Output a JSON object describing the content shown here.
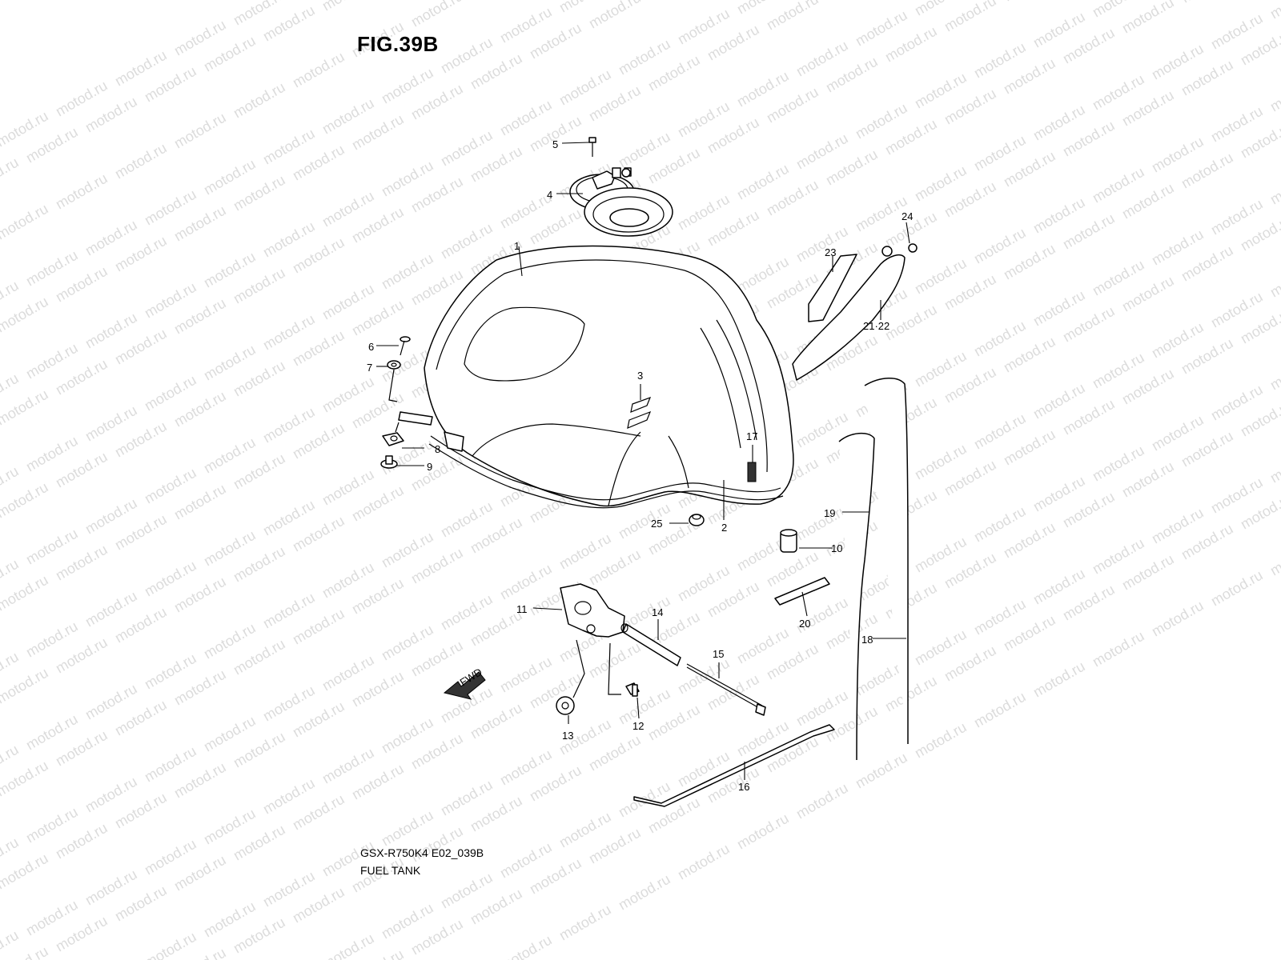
{
  "figure": {
    "title": "FIG.39B",
    "model_code": "GSX-R750K4 E02_039B",
    "caption": "FUEL TANK",
    "watermark": "motod.ru",
    "fwd_arrow": "FWD"
  },
  "callouts": {
    "c1": "1",
    "c2": "2",
    "c3": "3",
    "c4": "4",
    "c5": "5",
    "c6": "6",
    "c7": "7",
    "c8": "8",
    "c9": "9",
    "c10": "10",
    "c11": "11",
    "c12": "12",
    "c13": "13",
    "c14": "14",
    "c15": "15",
    "c16": "16",
    "c17": "17",
    "c18": "18",
    "c19": "19",
    "c20": "20",
    "c21_22": "21·22",
    "c23": "23",
    "c24": "24",
    "c25": "25"
  }
}
